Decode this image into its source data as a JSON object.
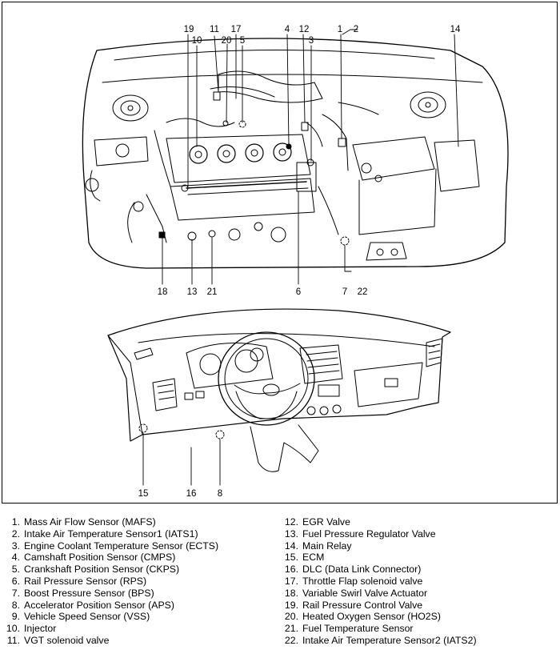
{
  "callouts": {
    "engine_top": [
      "19",
      "10",
      "11",
      "20",
      "17",
      "5",
      "4",
      "12",
      "3",
      "1",
      "2",
      "14"
    ],
    "engine_bottom": [
      "18",
      "13",
      "21",
      "6",
      "7",
      "22"
    ],
    "dash_bottom": [
      "15",
      "16",
      "8"
    ]
  },
  "legend": {
    "left": [
      {
        "num": "1.",
        "text": "Mass Air Flow Sensor (MAFS)"
      },
      {
        "num": "2.",
        "text": "Intake Air Temperature Sensor1 (IATS1)"
      },
      {
        "num": "3.",
        "text": "Engine Coolant Temperature Sensor (ECTS)"
      },
      {
        "num": "4.",
        "text": "Camshaft Position Sensor (CMPS)"
      },
      {
        "num": "5.",
        "text": "Crankshaft Position Sensor (CKPS)"
      },
      {
        "num": "6.",
        "text": "Rail Pressure Sensor (RPS)"
      },
      {
        "num": "7.",
        "text": "Boost Pressure Sensor (BPS)"
      },
      {
        "num": "8.",
        "text": "Accelerator Position Sensor (APS)"
      },
      {
        "num": "9.",
        "text": "Vehicle Speed Sensor (VSS)"
      },
      {
        "num": "10.",
        "text": "Injector"
      },
      {
        "num": "11.",
        "text": "VGT solenoid valve"
      }
    ],
    "right": [
      {
        "num": "12.",
        "text": "EGR Valve"
      },
      {
        "num": "13.",
        "text": "Fuel Pressure Regulator Valve"
      },
      {
        "num": "14.",
        "text": "Main Relay"
      },
      {
        "num": "15.",
        "text": "ECM"
      },
      {
        "num": "16.",
        "text": "DLC (Data Link Connector)"
      },
      {
        "num": "17.",
        "text": "Throttle Flap solenoid valve"
      },
      {
        "num": "18.",
        "text": "Variable Swirl Valve Actuator"
      },
      {
        "num": "19.",
        "text": "Rail Pressure Control Valve"
      },
      {
        "num": "20.",
        "text": "Heated Oxygen Sensor (HO2S)"
      },
      {
        "num": "21.",
        "text": "Fuel Temperature Sensor"
      },
      {
        "num": "22.",
        "text": "Intake Air Temperature Sensor2 (IATS2)"
      }
    ]
  }
}
